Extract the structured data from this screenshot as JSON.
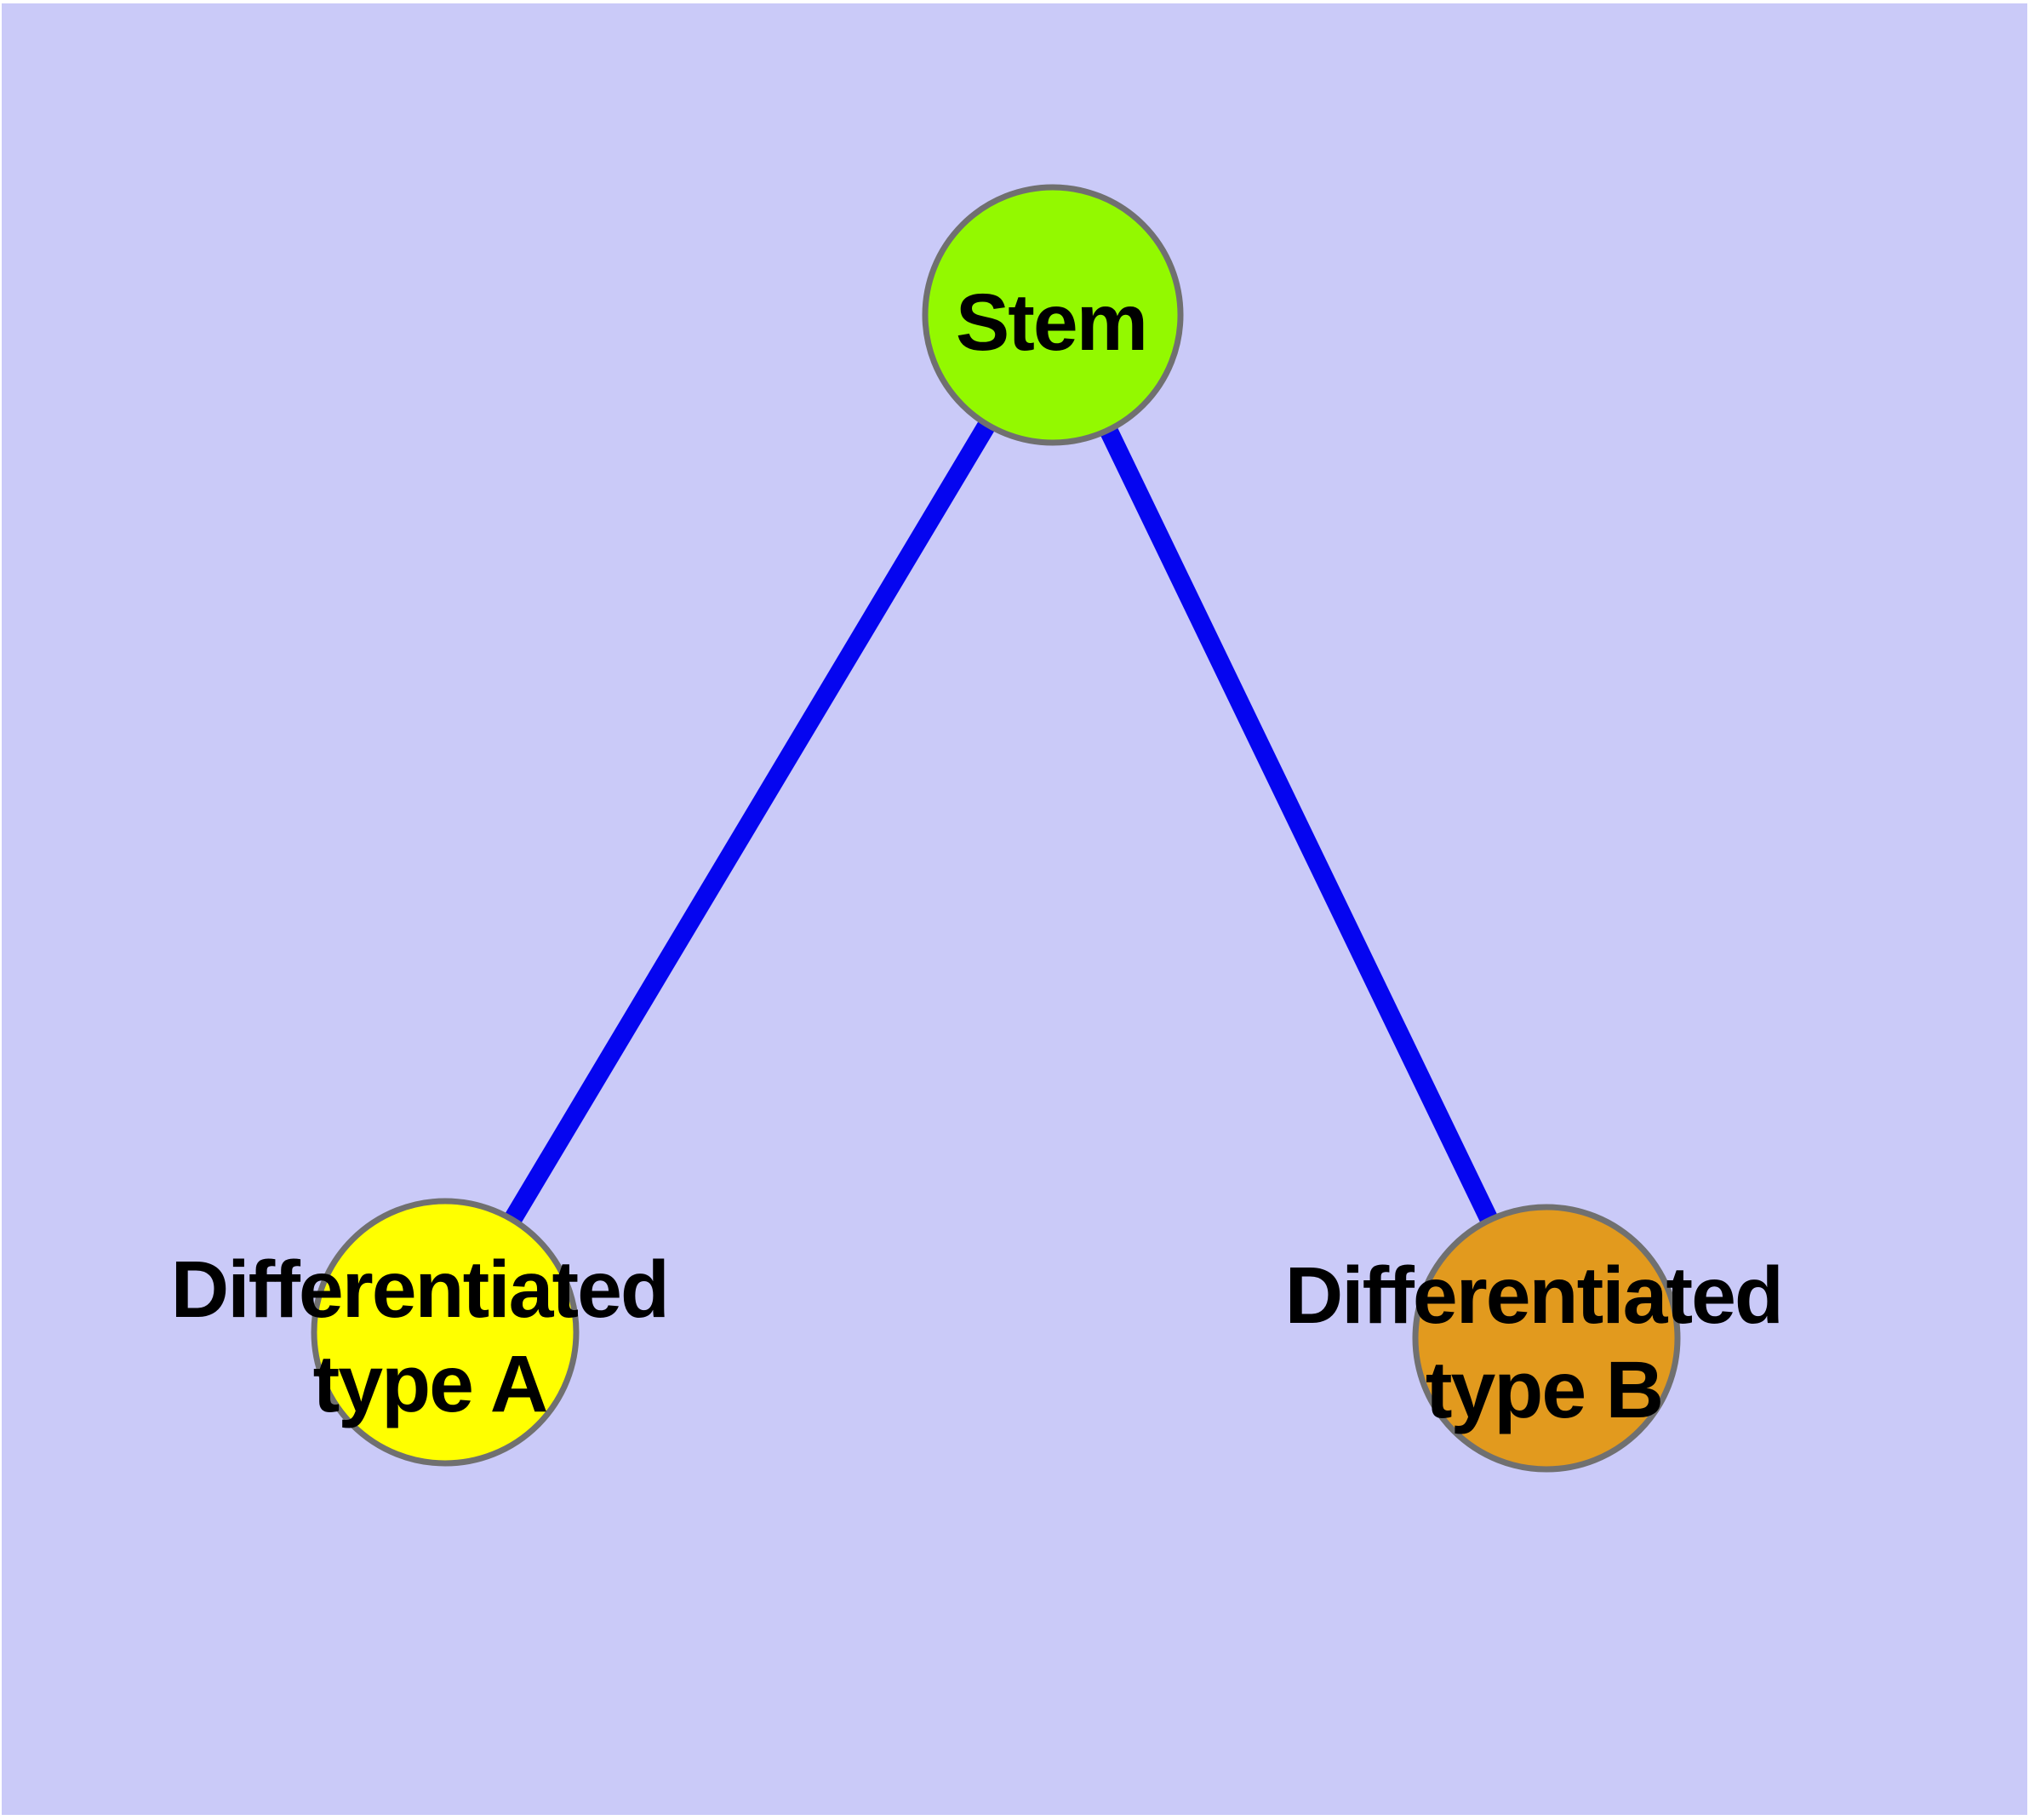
{
  "diagram": {
    "type": "node-link-graph",
    "background_color": "#CACAF8",
    "edge_color": "#0505F0",
    "node_border_color": "#707070",
    "label_color": "#000000",
    "nodes": [
      {
        "id": "stem",
        "label": "Stem",
        "fill": "#93F900"
      },
      {
        "id": "differentiated-type-a",
        "label": "Differentiated type A",
        "label_line1": "Differentiated",
        "label_line2": "type A",
        "fill": "#FFFF00"
      },
      {
        "id": "differentiated-type-b",
        "label": "Differentiated type B",
        "label_line1": "Differentiated",
        "label_line2": "type B",
        "fill": "#E29A1E"
      }
    ],
    "edges": [
      {
        "from": "Stem",
        "to": "Differentiated type A"
      },
      {
        "from": "Stem",
        "to": "Differentiated type B"
      }
    ]
  }
}
